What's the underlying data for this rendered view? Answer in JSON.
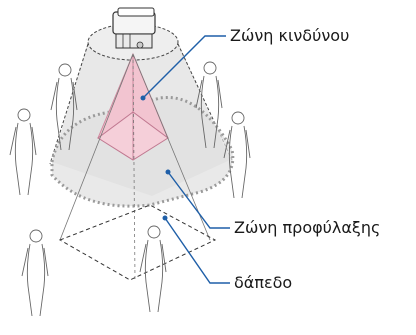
{
  "labels": {
    "danger_zone": "Ζώνη κινδύνου",
    "protection_zone": "Ζώνη προφύλαξης",
    "floor": "δάπεδο"
  },
  "colors": {
    "danger_fill": "#f2c4d0",
    "protection_fill": "#e6e6e6",
    "leader_line": "#1f5fa8",
    "outline": "#555555",
    "dotted_outline": "#9a9a9a"
  }
}
